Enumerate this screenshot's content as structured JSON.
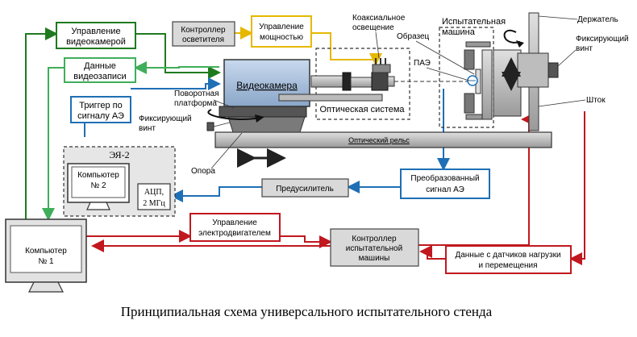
{
  "colors": {
    "green": "#1f7a1f",
    "greenLight": "#3fae5a",
    "blue": "#1f6fb5",
    "red": "#c0181e",
    "yellow": "#e6b800",
    "gray": "#d9d9d9",
    "dark": "#222222"
  },
  "boxes": {
    "video_control": [
      "Управление",
      "видеокамерой"
    ],
    "video_data": [
      "Данные",
      "видеозаписи"
    ],
    "trigger": [
      "Триггер  по",
      "сигналу АЭ"
    ],
    "light_controller": [
      "Контроллер",
      "осветителя"
    ],
    "power_control": [
      "Управление",
      "мощностью"
    ],
    "ae_system": "ЭЯ-2",
    "computer2": [
      "Компьютер",
      "№ 2"
    ],
    "adc": [
      "АЦП,",
      "2 МГц"
    ],
    "preamp": "Предусилитель",
    "converted_signal": [
      "Преобразованный",
      "сигнал АЭ"
    ],
    "motor_control": [
      "Управление",
      "электродвигателем"
    ],
    "machine_controller": [
      "Контроллер",
      "испытательной",
      "машины"
    ],
    "sensor_data": [
      "Данные с датчиков  нагрузки",
      "и перемещения"
    ],
    "computer1": [
      "Компьютер",
      "№ 1"
    ]
  },
  "labels": {
    "camera": "Видеокамера",
    "optical_system": "Оптическая система",
    "rotary_platform": [
      "Поворотная",
      "платформа"
    ],
    "fix_screw_left": [
      "Фиксирующий",
      "винт"
    ],
    "support": "Опора",
    "optical_rail": "Оптический рельс",
    "coax_light": [
      "Коаксиальное",
      "освещение"
    ],
    "sample": "Образец",
    "pae": "ПАЭ",
    "test_machine": [
      "Испытательная",
      "машина"
    ],
    "holder": "Держатель",
    "fix_screw_right": [
      "Фиксирующий",
      "винт"
    ],
    "rod": "Шток"
  },
  "caption": "Принципиальная схема универсального испытательного стенда"
}
